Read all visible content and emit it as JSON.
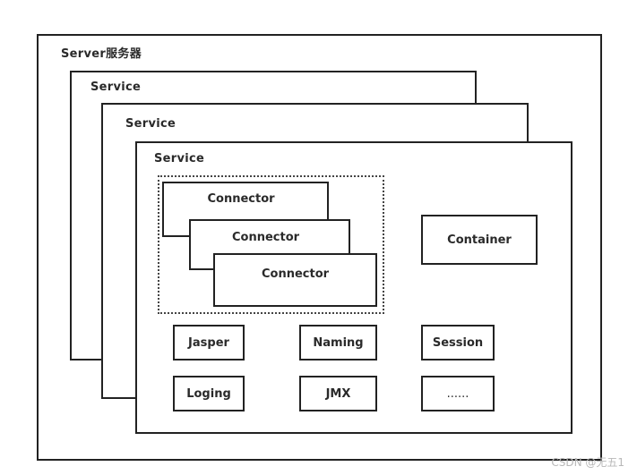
{
  "server": {
    "label": "Server服务器"
  },
  "services": [
    {
      "label": "Service"
    },
    {
      "label": "Service"
    },
    {
      "label": "Service"
    }
  ],
  "connectors": [
    {
      "label": "Connector"
    },
    {
      "label": "Connector"
    },
    {
      "label": "Connector"
    }
  ],
  "container": {
    "label": "Container"
  },
  "components": [
    {
      "label": "Jasper"
    },
    {
      "label": "Naming"
    },
    {
      "label": "Session"
    },
    {
      "label": "Loging"
    },
    {
      "label": "JMX"
    },
    {
      "label": "......"
    }
  ],
  "watermark": "CSDN @无五1"
}
